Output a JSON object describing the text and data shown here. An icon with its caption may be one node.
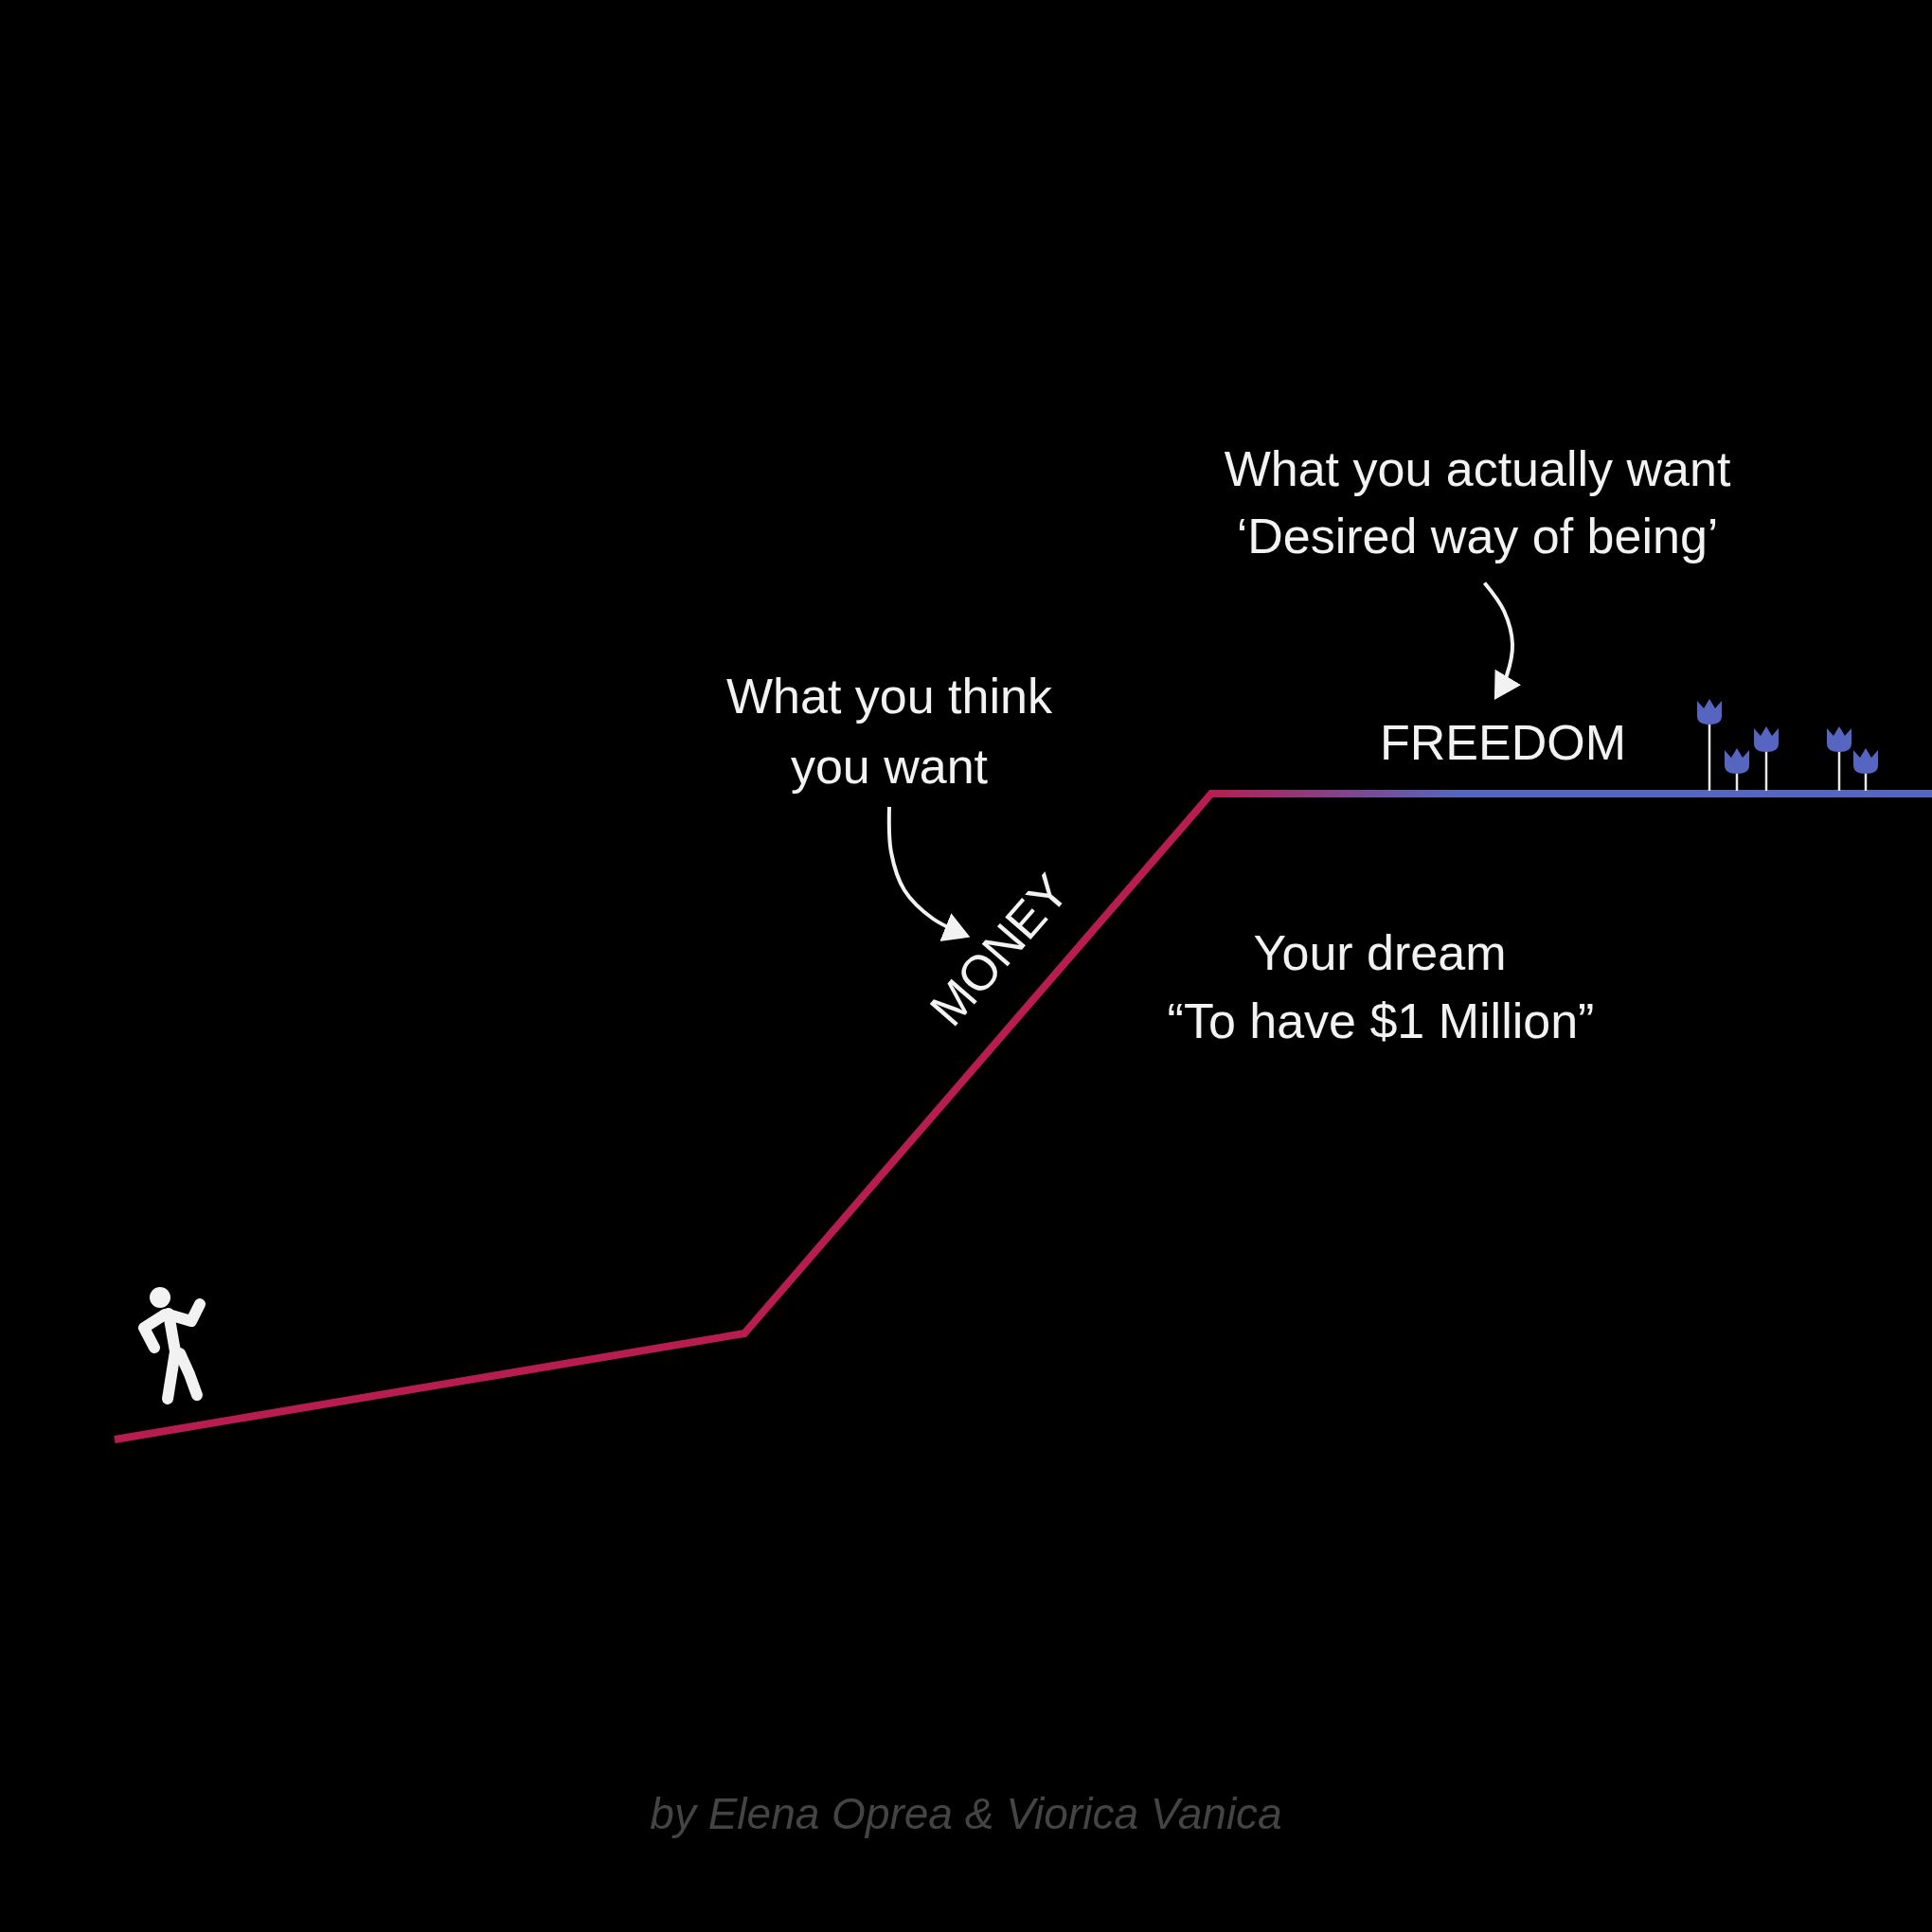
{
  "diagram": {
    "caption": "by Elena Oprea & Viorica Vanica",
    "nodes": [
      {
        "text": [
          "What you think you want"
        ]
      },
      {
        "text": [
          "MONEY"
        ]
      },
      {
        "text": [
          "What you actually want",
          "‘Desired way of being’"
        ]
      },
      {
        "text": [
          "FREEDOM"
        ]
      }
    ],
    "edges": [
      {
        "from": 0,
        "to": 1,
        "arrow": "to"
      },
      {
        "from": 2,
        "to": 3,
        "arrow": "to"
      }
    ],
    "labels": [
      "Your dream",
      "“To have $1 Million”"
    ]
  }
}
